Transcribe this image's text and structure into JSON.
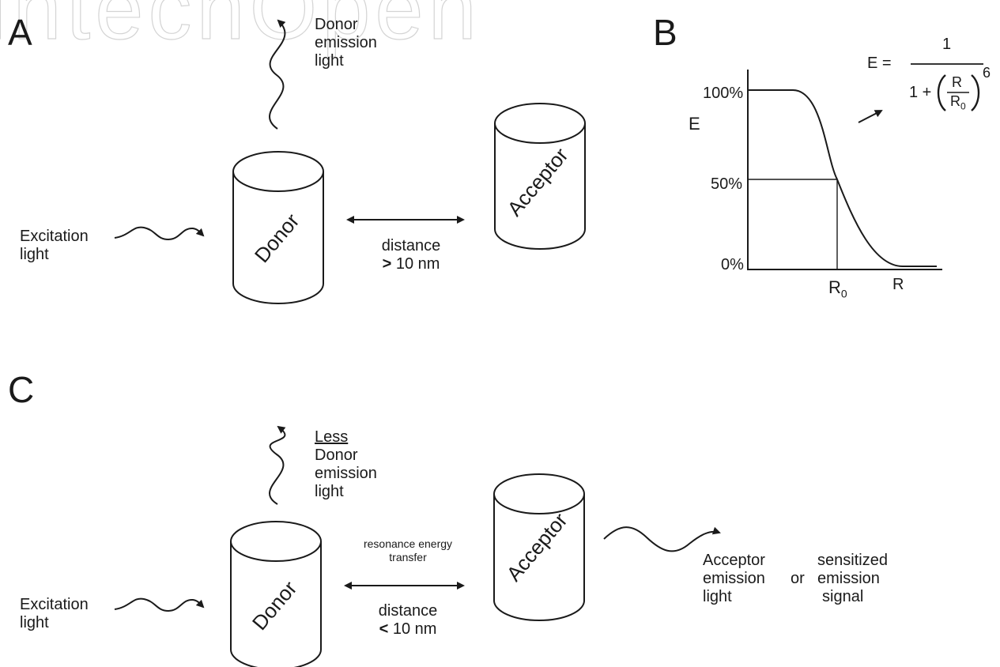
{
  "watermark": "IntechOpen",
  "panels": {
    "a": "A",
    "b": "B",
    "c": "C"
  },
  "panel_a": {
    "emission": [
      "Donor",
      "emission",
      "light"
    ],
    "excitation": [
      "Excitation",
      "light"
    ],
    "donor": "Donor",
    "acceptor": "Acceptor",
    "distance_label": "distance",
    "distance_sym": ">",
    "distance_value": "10 nm"
  },
  "panel_b": {
    "formula_lhs": "E =",
    "formula_num": "1",
    "formula_den_one": "1 +",
    "formula_r": "R",
    "formula_r0": "R",
    "formula_r0_sub": "0",
    "formula_exp": "6",
    "y_axis_label": "E",
    "y_ticks": [
      "100%",
      "50%",
      "0%"
    ],
    "x_tick_r0": "R",
    "x_tick_r0_sub": "0",
    "x_axis_label": "R"
  },
  "panel_c": {
    "emission": [
      "Less",
      "Donor",
      "emission",
      "light"
    ],
    "excitation": [
      "Excitation",
      "light"
    ],
    "donor": "Donor",
    "acceptor": "Acceptor",
    "transfer": [
      "resonance energy",
      "transfer"
    ],
    "distance_label": "distance",
    "distance_sym": "<",
    "distance_value": "10 nm",
    "acceptor_emission": [
      "Acceptor",
      "emission",
      "light"
    ],
    "or_word": "or",
    "sensitized": [
      "sensitized",
      "emission",
      "signal"
    ]
  }
}
